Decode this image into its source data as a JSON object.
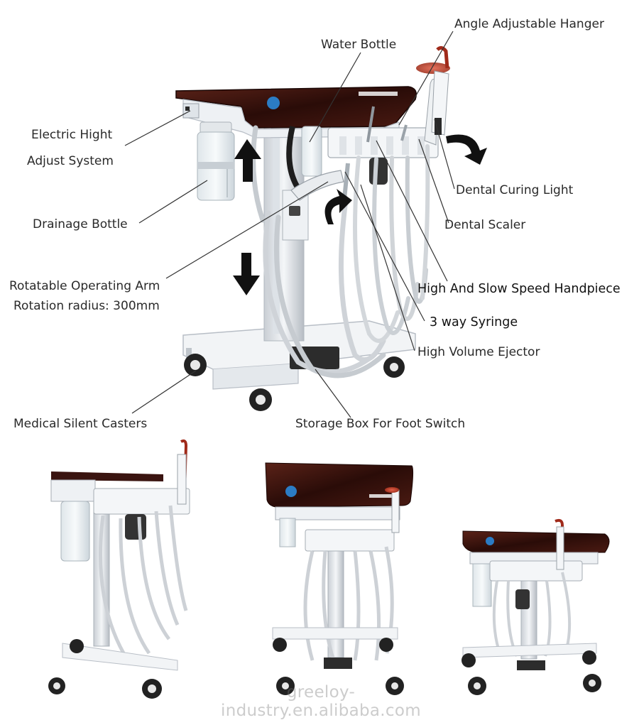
{
  "labels": {
    "angle_hanger": "Angle Adjustable Hanger",
    "water_bottle": "Water Bottle",
    "electric_hight_1": "Electric Hight",
    "electric_hight_2": "Adjust System",
    "dental_curing_light": "Dental Curing Light",
    "drainage_bottle": "Drainage Bottle",
    "dental_scaler": "Dental Scaler",
    "rotatable_arm": "Rotatable Operating Arm",
    "rotation_radius": "Rotation radius: 300mm",
    "handpiece": "High And Slow Speed Handpiece",
    "syringe": "3 way Syringe",
    "ejector": "High Volume Ejector",
    "casters": "Medical Silent Casters",
    "storage_box": "Storage Box For Foot Switch"
  },
  "watermark": "greeloy-industry.en.alibaba.com",
  "colors": {
    "tray_top": "#3a1410",
    "frame": "#e9ecef",
    "frame_edge": "#b8bec6",
    "hose": "#cfd3d8",
    "hose_edge": "#9aa1a8",
    "arrow": "#111111",
    "leader": "#333333"
  }
}
